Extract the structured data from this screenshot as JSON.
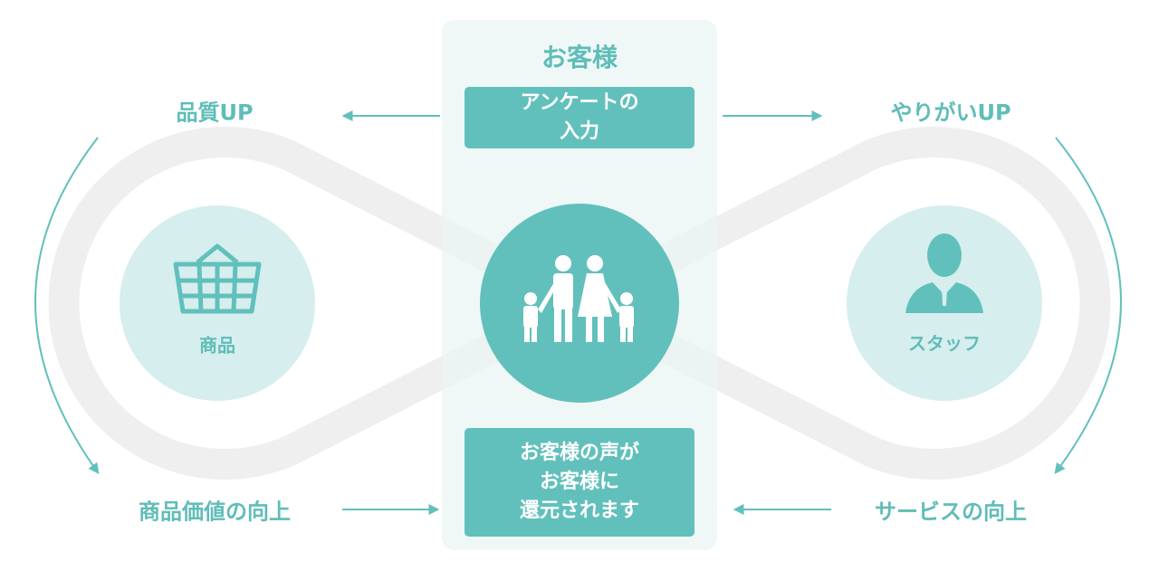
{
  "center": {
    "title": "お客様",
    "top_box": [
      "アンケートの",
      "入力"
    ],
    "bottom_box": [
      "お客様の声が",
      "お客様に",
      "還元されます"
    ]
  },
  "left": {
    "label": "商品",
    "icon": "basket-icon"
  },
  "right": {
    "label": "スタッフ",
    "icon": "staff-person-icon"
  },
  "labels": {
    "top_left": "品質UP",
    "top_right": "やりがいUP",
    "bottom_left": "商品価値の向上",
    "bottom_right": "サービスの向上"
  },
  "colors": {
    "accent": "#62c0bc",
    "light_circle": "#d6eeed",
    "panel": "#eef7f6",
    "loop": "#efefef"
  }
}
